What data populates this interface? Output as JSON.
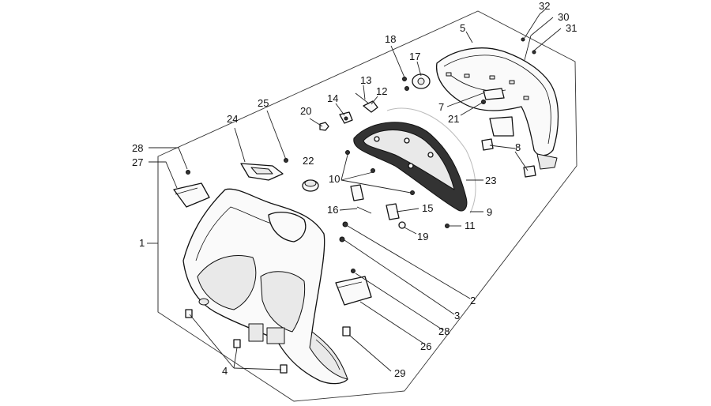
{
  "diagram": {
    "callouts": [
      {
        "id": "c32",
        "text": "32"
      },
      {
        "id": "c30",
        "text": "30"
      },
      {
        "id": "c31",
        "text": "31"
      },
      {
        "id": "c5",
        "text": "5"
      },
      {
        "id": "c18",
        "text": "18"
      },
      {
        "id": "c17",
        "text": "17"
      },
      {
        "id": "c13",
        "text": "13"
      },
      {
        "id": "c12",
        "text": "12"
      },
      {
        "id": "c14",
        "text": "14"
      },
      {
        "id": "c7",
        "text": "7"
      },
      {
        "id": "c21",
        "text": "21"
      },
      {
        "id": "c25",
        "text": "25"
      },
      {
        "id": "c20",
        "text": "20"
      },
      {
        "id": "c24",
        "text": "24"
      },
      {
        "id": "c8",
        "text": "8"
      },
      {
        "id": "c28a",
        "text": "28"
      },
      {
        "id": "c27",
        "text": "27"
      },
      {
        "id": "c22",
        "text": "22"
      },
      {
        "id": "c10",
        "text": "10"
      },
      {
        "id": "c23",
        "text": "23"
      },
      {
        "id": "c16",
        "text": "16"
      },
      {
        "id": "c15",
        "text": "15"
      },
      {
        "id": "c9",
        "text": "9"
      },
      {
        "id": "c1",
        "text": "1"
      },
      {
        "id": "c11",
        "text": "11"
      },
      {
        "id": "c19",
        "text": "19"
      },
      {
        "id": "c2",
        "text": "2"
      },
      {
        "id": "c3",
        "text": "3"
      },
      {
        "id": "c28b",
        "text": "28"
      },
      {
        "id": "c26",
        "text": "26"
      },
      {
        "id": "c4",
        "text": "4"
      },
      {
        "id": "c29",
        "text": "29"
      }
    ]
  }
}
